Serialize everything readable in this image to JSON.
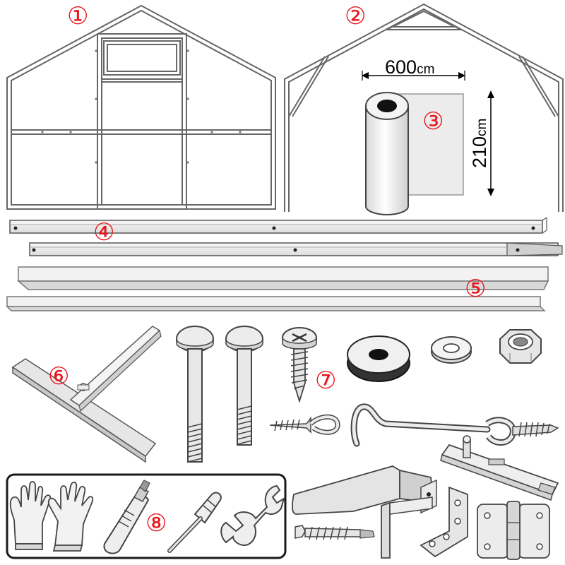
{
  "labels": {
    "n1": "①",
    "n2": "②",
    "n3": "③",
    "n4": "④",
    "n5": "⑤",
    "n6": "⑥",
    "n7": "⑦",
    "n8": "⑧"
  },
  "dimensions": {
    "width_value": "600",
    "width_unit": "cm",
    "height_value": "210",
    "height_unit": "cm"
  },
  "colors": {
    "accent": "#e8141b",
    "frame": "#5a5a5a",
    "metal_fill": "#ebebeb",
    "outline": "#333333",
    "dark": "#1a1a1a"
  }
}
